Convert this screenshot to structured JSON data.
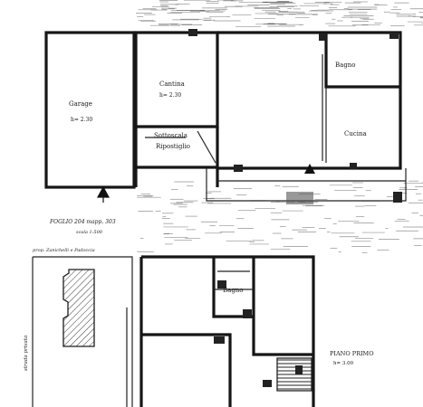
{
  "rooms": {
    "garage_name": "Garage",
    "garage_height": "h= 2.30",
    "cantina_name": "Cantina",
    "cantina_height": "h= 2.30",
    "sottoscala_name": "Sottoscala",
    "ripostiglio_name": "Ripostiglio",
    "bagno_upper_name": "Bagno",
    "cucina_name": "Cucina",
    "bagno_lower_name": "Bagno"
  },
  "notes": {
    "foglio": "FOGLIO 204 mapp. 303",
    "scala": "scala 1:500",
    "proprieta": "prop. Zanichelli e Padoccia",
    "strada": "strada privata",
    "piano": "PIANO PRIMO",
    "piano_height": "h= 3.00"
  }
}
